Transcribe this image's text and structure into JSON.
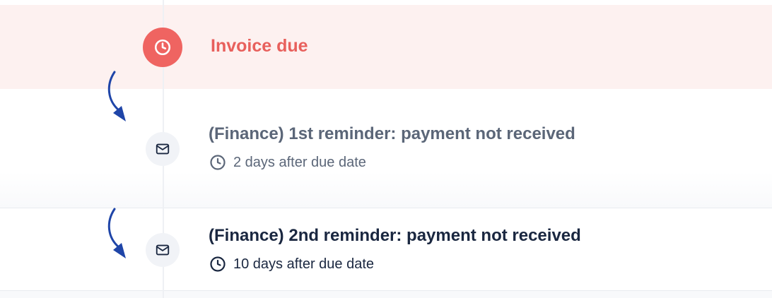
{
  "invoice_due": {
    "title": "Invoice due",
    "icon": "clock-icon",
    "color": "#ef6461"
  },
  "reminders": [
    {
      "title": "(Finance) 1st reminder: payment not received",
      "schedule": "2 days after due date",
      "icon": "mail-icon",
      "state": "muted",
      "color": "#5b6678"
    },
    {
      "title": "(Finance) 2nd reminder: payment not received",
      "schedule": "10 days after due date",
      "icon": "mail-icon",
      "state": "active",
      "color": "#1a2740"
    }
  ],
  "accent_colors": {
    "arrow": "#1f45a8",
    "due_background": "#fdf1f0"
  }
}
